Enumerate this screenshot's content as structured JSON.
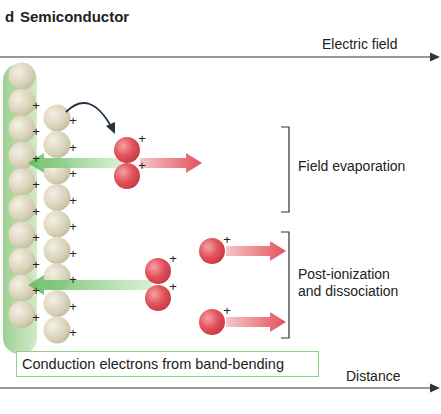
{
  "diagram": {
    "title": "Semiconductor",
    "nodes": [
      {
        "text": [
          "Conduction electrons from band-bending"
        ]
      }
    ],
    "labels": [
      "d",
      "Electric field",
      "+",
      "+",
      "+",
      "+",
      "+",
      "+",
      "+",
      "+",
      "+",
      "+",
      "+",
      "+",
      "+",
      "+",
      "+",
      "+",
      "+",
      "+",
      "+",
      "+",
      "+",
      "+",
      "+",
      "+",
      "Field evaporation",
      "Post-ionization and dissociation",
      "Distance"
    ]
  }
}
